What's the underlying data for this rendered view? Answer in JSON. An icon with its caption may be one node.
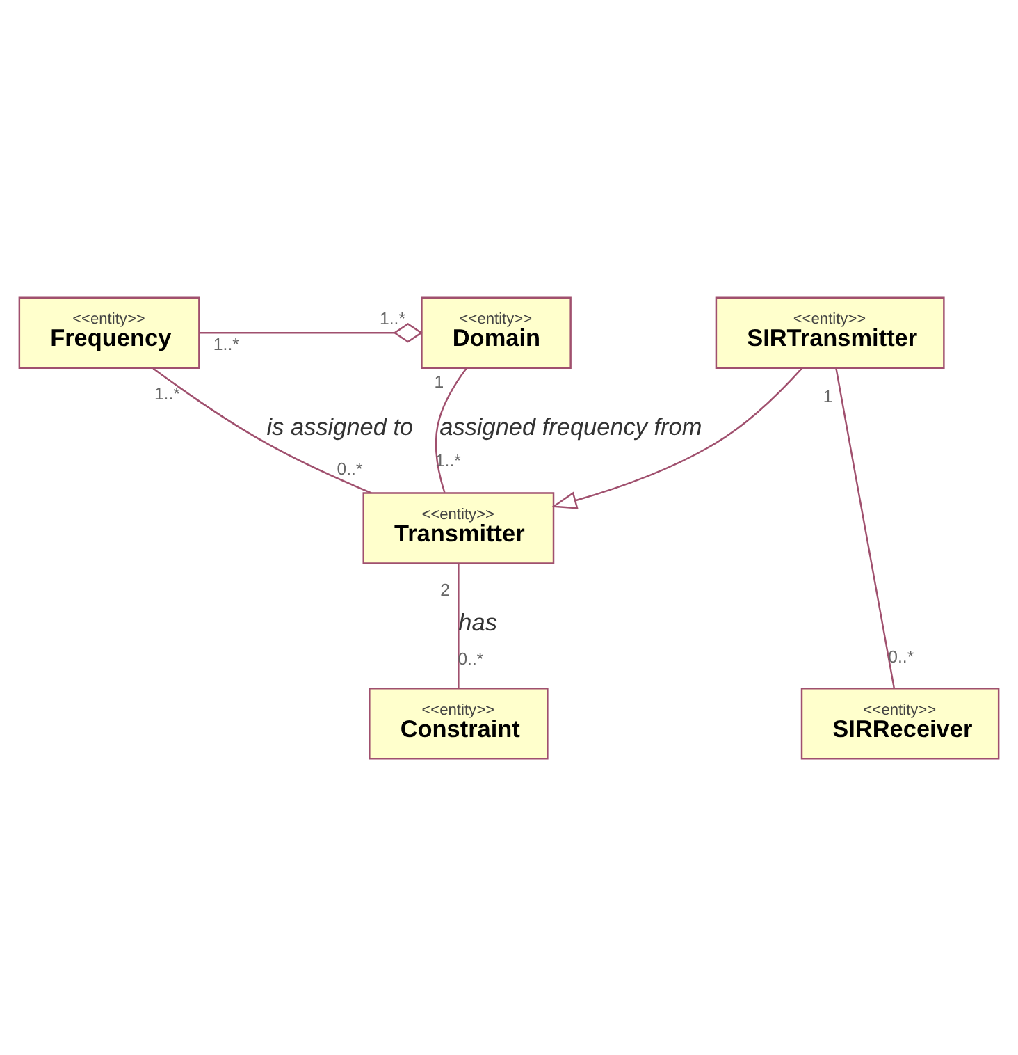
{
  "diagram": {
    "nodes": [
      {
        "text": [
          "<<entity>>",
          "Frequency"
        ]
      },
      {
        "text": [
          "<<entity>>",
          "Domain"
        ]
      },
      {
        "text": [
          "<<entity>>",
          "Transmitter"
        ]
      },
      {
        "text": [
          "<<entity>>",
          "SIRTransmitter"
        ]
      },
      {
        "text": [
          "<<entity>>",
          "Constraint"
        ]
      },
      {
        "text": [
          "<<entity>>",
          "SIRReceiver"
        ]
      }
    ],
    "edges": [
      {
        "from": 0,
        "to": 1,
        "arrow": "other"
      },
      {
        "from": 0,
        "to": 2,
        "arrow": "none",
        "label": "is assigned to"
      },
      {
        "from": 1,
        "to": 2,
        "arrow": "none",
        "label": "assigned frequency from"
      },
      {
        "from": 3,
        "to": 2,
        "arrow": "to"
      },
      {
        "from": 2,
        "to": 4,
        "arrow": "none",
        "label": "has"
      },
      {
        "from": 3,
        "to": 5,
        "arrow": "none"
      }
    ],
    "labels": [
      "1..*",
      "1..*",
      "1..*",
      "1",
      "0..*",
      "1..*",
      "2",
      "1",
      "0..*",
      "0..*"
    ]
  }
}
